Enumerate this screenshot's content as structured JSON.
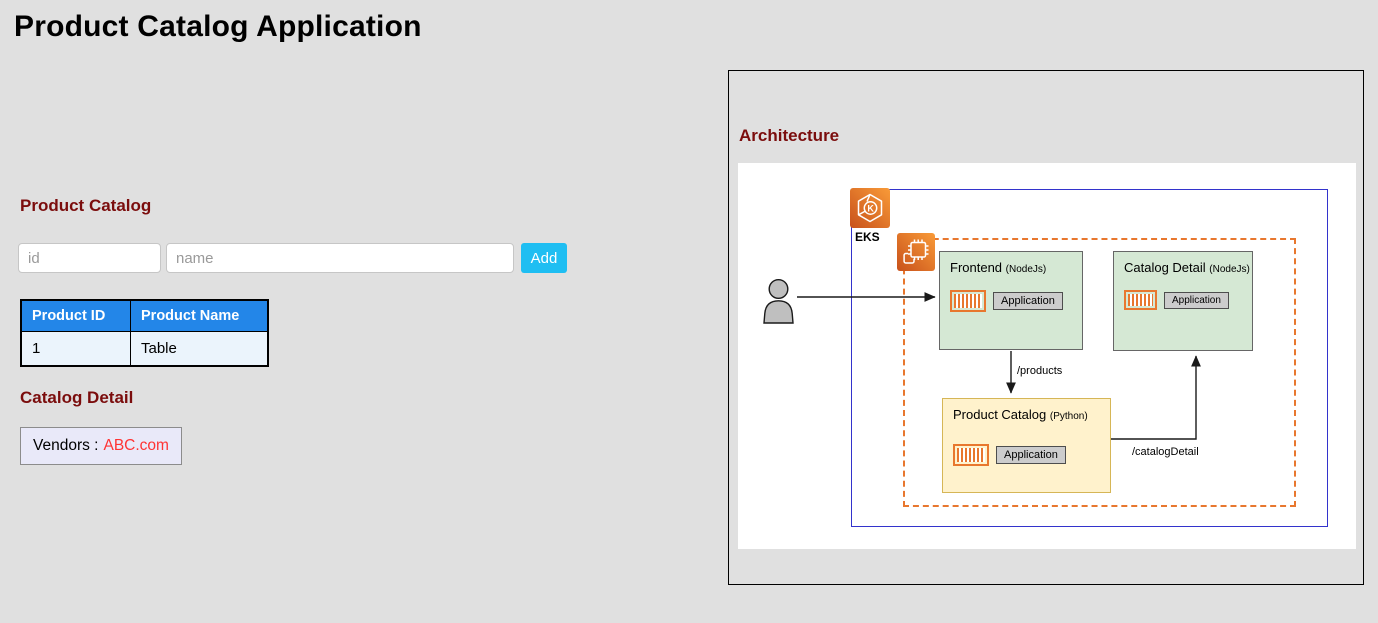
{
  "page": {
    "title": "Product Catalog Application"
  },
  "product_catalog": {
    "heading": "Product Catalog",
    "form": {
      "id_placeholder": "id",
      "name_placeholder": "name",
      "add_button": "Add"
    },
    "table": {
      "headers": [
        "Product ID",
        "Product Name"
      ],
      "rows": [
        [
          "1",
          "Table"
        ]
      ]
    }
  },
  "catalog_detail": {
    "heading": "Catalog Detail",
    "vendors_label": "Vendors :",
    "vendor_value": "ABC.com"
  },
  "architecture": {
    "heading": "Architecture",
    "cluster_label": "EKS",
    "icons": {
      "cluster": "eks-hexagon-k-icon",
      "namespace": "pod-chip-icon",
      "workload": "cargo-container-icon",
      "user": "person-icon"
    },
    "nodes": {
      "frontend": {
        "title": "Frontend",
        "runtime": "(NodeJs)",
        "app_label": "Application"
      },
      "catalog_detail": {
        "title": "Catalog Detail",
        "runtime": "(NodeJs)",
        "app_label": "Application"
      },
      "product_catalog": {
        "title": "Product Catalog",
        "runtime": "(Python)",
        "app_label": "Application"
      }
    },
    "edges": {
      "frontend_to_product_catalog": "/products",
      "product_catalog_to_catalog_detail": "/catalogDetail"
    }
  },
  "colors": {
    "heading_red": "#7B0D0D",
    "add_button_blue": "#1FBEF2",
    "table_header_blue": "#2386E8",
    "table_row_bg": "#EBF4FC",
    "vendors_box_bg": "#E9E9F9",
    "vendor_link_red": "#FF3333",
    "node_green": "#D5E8D4",
    "node_green_border": "#666666",
    "node_yellow": "#FFF2CC",
    "node_yellow_border": "#D6B656",
    "aws_orange": "#E8772E",
    "cluster_border_blue": "#3333CC",
    "app_chip_gray": "#CCCCCC"
  }
}
